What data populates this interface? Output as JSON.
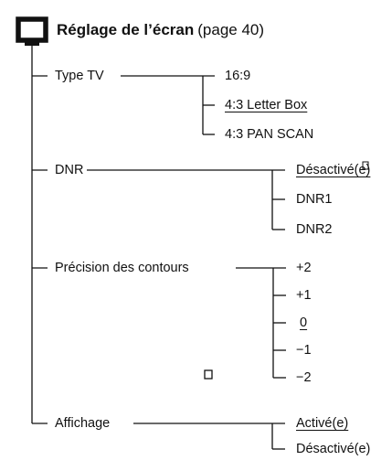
{
  "title": {
    "icon": "tv-screen-icon",
    "label": "Réglage de l’écran",
    "page_ref": "(page 40)"
  },
  "settings": [
    {
      "label": "Type TV",
      "options": [
        {
          "label": "16:9",
          "selected": false
        },
        {
          "label": "4:3 Letter Box",
          "selected": true
        },
        {
          "label": "4:3 PAN SCAN",
          "selected": false
        }
      ]
    },
    {
      "label": "DNR",
      "options": [
        {
          "label": "Désactivé(e)",
          "selected": true
        },
        {
          "label": "DNR1",
          "selected": false
        },
        {
          "label": "DNR2",
          "selected": false
        }
      ]
    },
    {
      "label": "Précision des contours",
      "options": [
        {
          "label": "+2",
          "selected": false
        },
        {
          "label": "+1",
          "selected": false
        },
        {
          "label": "0",
          "selected": true
        },
        {
          "label": "−1",
          "selected": false
        },
        {
          "label": "−2",
          "selected": false
        }
      ]
    },
    {
      "label": "Affichage",
      "options": [
        {
          "label": "Activé(e)",
          "selected": true
        },
        {
          "label": "Désactivé(e)",
          "selected": false
        }
      ]
    }
  ]
}
